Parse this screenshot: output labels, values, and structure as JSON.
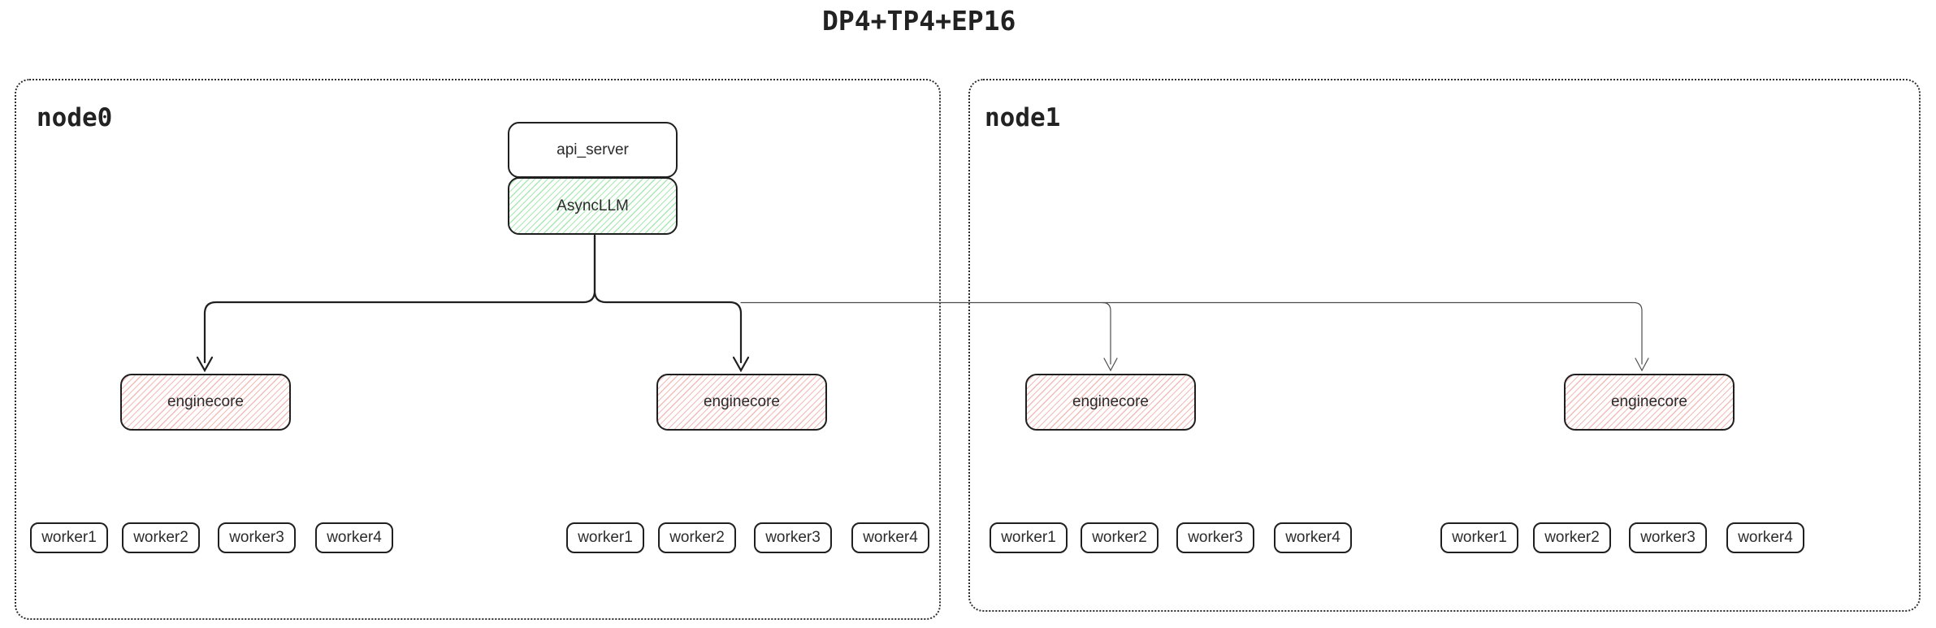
{
  "title": "DP4+TP4+EP16",
  "colors": {
    "background": "#ffffff",
    "box_border": "#1f1f1f",
    "text": "#2b2b2b",
    "node_border": "#2e2e2e",
    "green_hatch_line": "#a9e8b2",
    "red_hatch_line": "#f3bcb8",
    "thick_line": "#1f1f1f",
    "thin_line": "#4d4d4d"
  },
  "nodes": [
    {
      "label": "node0",
      "api_server_label": "api_server",
      "async_llm_label": "AsyncLLM",
      "enginecores": [
        {
          "label": "enginecore",
          "workers": [
            "worker1",
            "worker2",
            "worker3",
            "worker4"
          ]
        },
        {
          "label": "enginecore",
          "workers": [
            "worker1",
            "worker2",
            "worker3",
            "worker4"
          ]
        }
      ]
    },
    {
      "label": "node1",
      "enginecores": [
        {
          "label": "enginecore",
          "workers": [
            "worker1",
            "worker2",
            "worker3",
            "worker4"
          ]
        },
        {
          "label": "enginecore",
          "workers": [
            "worker1",
            "worker2",
            "worker3",
            "worker4"
          ]
        }
      ]
    }
  ]
}
